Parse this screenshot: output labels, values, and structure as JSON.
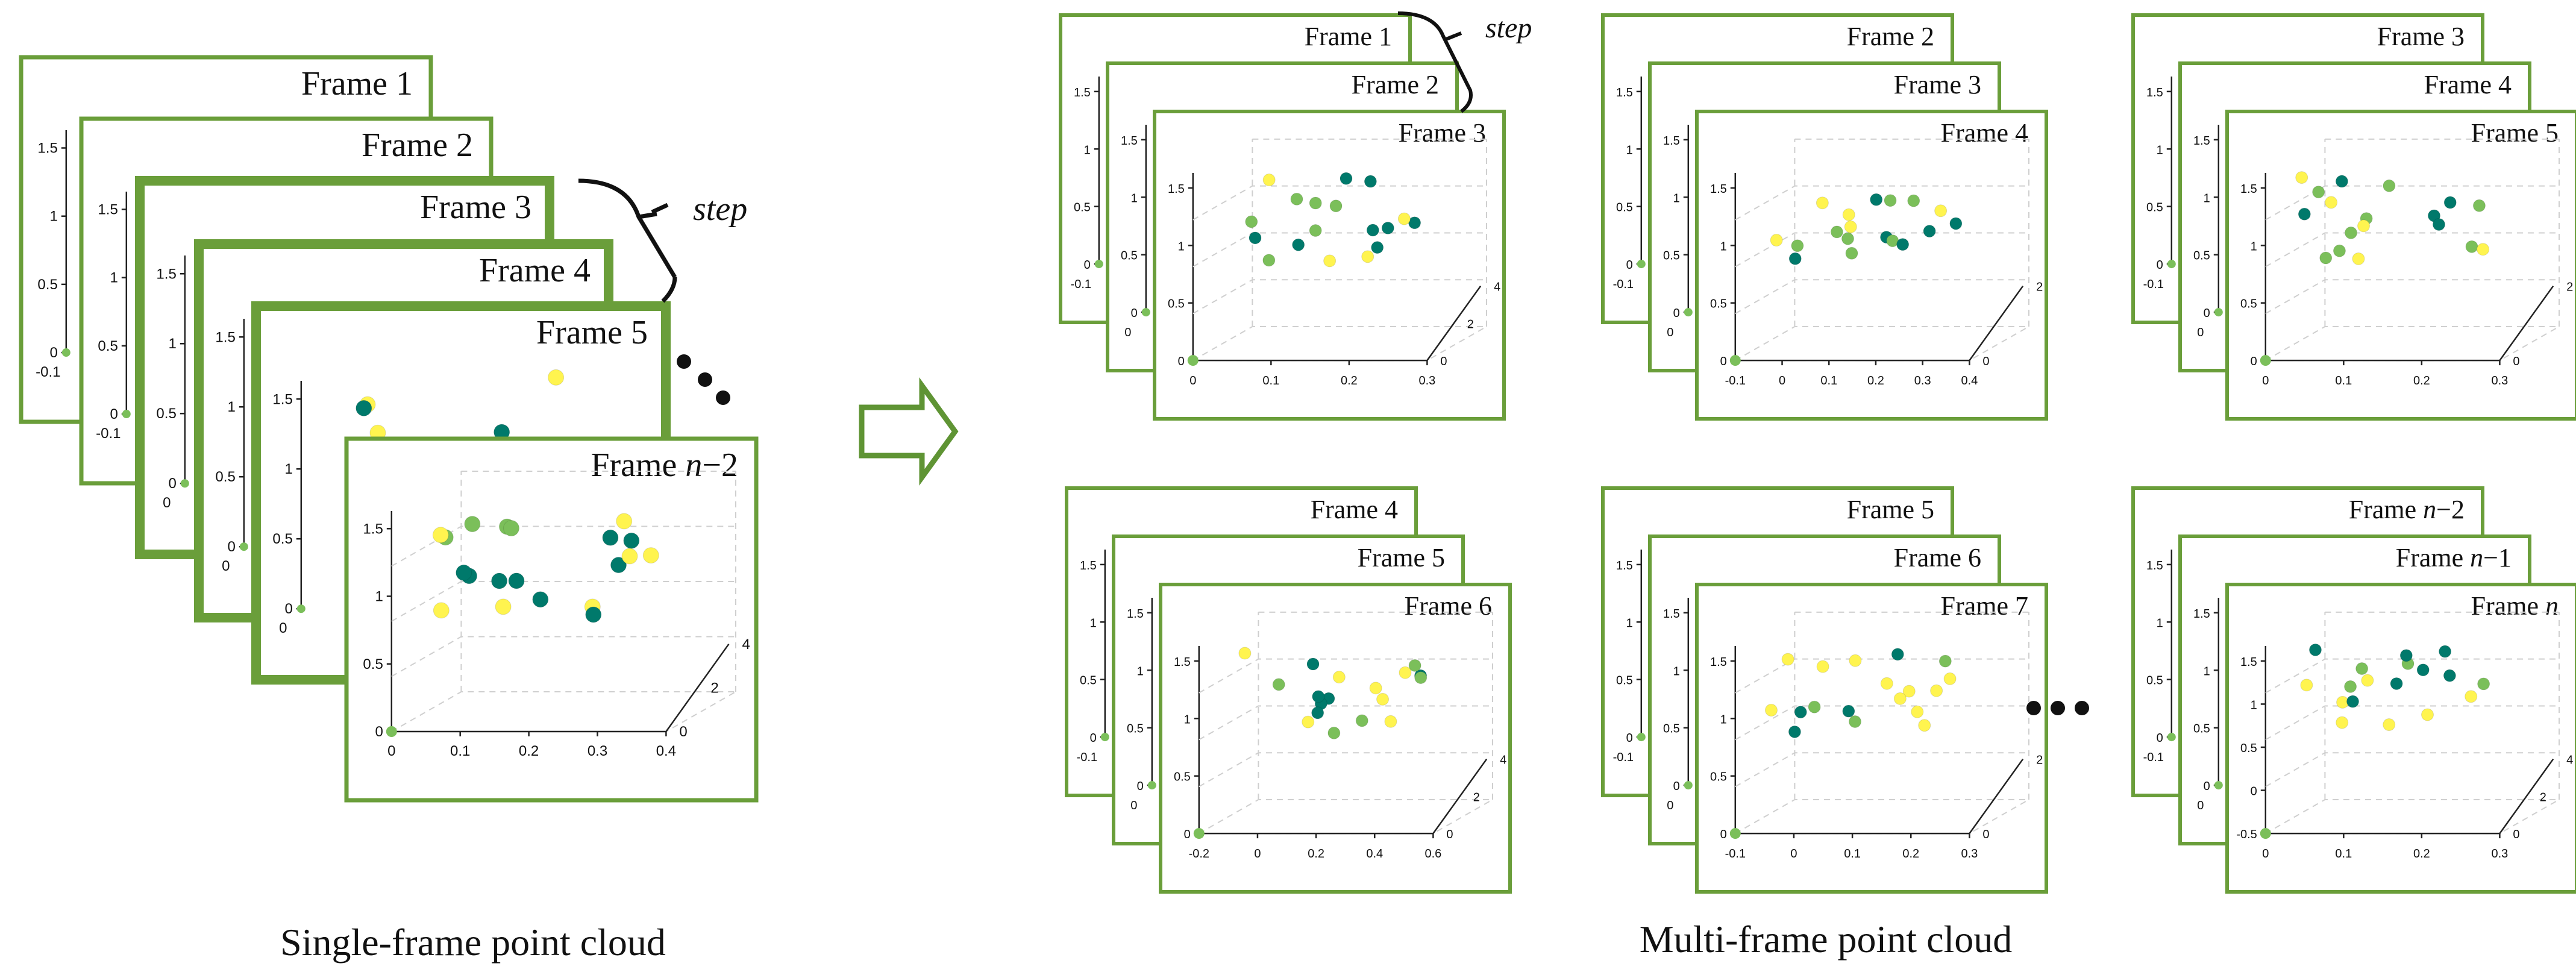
{
  "colors": {
    "frame_border": "#6a9e3a",
    "point_dark": "#00796b",
    "point_mid": "#7bbf5a",
    "point_light": "#fff44f",
    "arrow": "#5f9434"
  },
  "left_group": {
    "caption": "Single-frame point cloud",
    "step_label": "step",
    "frames": [
      {
        "title": "Frame 1",
        "emph": false
      },
      {
        "title": "Frame 2",
        "emph": false
      },
      {
        "title": "Frame 3",
        "emph": true
      },
      {
        "title": "Frame 4",
        "emph": true
      },
      {
        "title": "Frame 5",
        "emph": true
      },
      {
        "title": "Frame n−2",
        "emph": false,
        "italic_part": "n"
      }
    ],
    "front_axis": {
      "z_ticks": [
        "0",
        "0.5",
        "1",
        "1.5"
      ],
      "x_ticks": [
        "0",
        "0.1",
        "0.2",
        "0.3",
        "0.4"
      ],
      "y_ticks": [
        "0",
        "2",
        "4"
      ]
    },
    "behind_z_ticks": [
      "0",
      "0.5",
      "1",
      "1.5"
    ],
    "behind_x_ticks": [
      "-0.1",
      "0"
    ]
  },
  "arrow_icon": "hollow-right-arrow-icon",
  "right_group": {
    "caption": "Multi-frame point cloud",
    "step_label": "step",
    "stacks": [
      {
        "titles": [
          "Frame 1",
          "Frame 2",
          "Frame 3"
        ],
        "x_ticks": [
          "0",
          "0.1",
          "0.2",
          "0.3"
        ],
        "y_ticks": [
          "0",
          "2",
          "4"
        ]
      },
      {
        "titles": [
          "Frame 2",
          "Frame 3",
          "Frame 4"
        ],
        "x_ticks": [
          "-0.1",
          "0",
          "0.1",
          "0.2",
          "0.3",
          "0.4"
        ],
        "y_ticks": [
          "0",
          "2"
        ]
      },
      {
        "titles": [
          "Frame 3",
          "Frame 4",
          "Frame 5"
        ],
        "x_ticks": [
          "0",
          "0.1",
          "0.2",
          "0.3"
        ],
        "y_ticks": [
          "0",
          "2"
        ]
      },
      {
        "titles": [
          "Frame 4",
          "Frame 5",
          "Frame 6"
        ],
        "x_ticks": [
          "-0.2",
          "0",
          "0.2",
          "0.4",
          "0.6"
        ],
        "y_ticks": [
          "0",
          "2",
          "4"
        ]
      },
      {
        "titles": [
          "Frame 5",
          "Frame 6",
          "Frame 7"
        ],
        "x_ticks": [
          "-0.1",
          "0",
          "0.1",
          "0.2",
          "0.3"
        ],
        "y_ticks": [
          "0",
          "2"
        ]
      },
      {
        "titles": [
          "Frame n−2",
          "Frame n−1",
          "Frame n"
        ],
        "x_ticks": [
          "0",
          "0.1",
          "0.2",
          "0.3"
        ],
        "y_ticks": [
          "0",
          "2",
          "4"
        ]
      }
    ],
    "z_ticks": [
      "0",
      "0.5",
      "1",
      "1.5"
    ],
    "behind_x_ticks": [
      "-0.1",
      "0"
    ],
    "bottom_right_z_ticks": [
      "-0.5",
      "0",
      "0.5",
      "1",
      "1.5"
    ]
  },
  "ellipsis": "• • •"
}
